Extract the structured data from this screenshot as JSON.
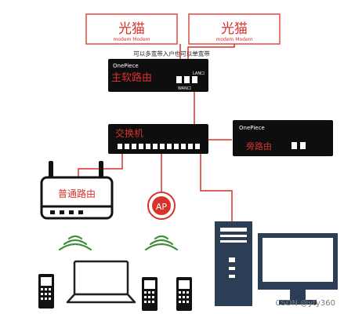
{
  "modems": {
    "left": {
      "title": "光猫",
      "subtitle": "modem Modem"
    },
    "right": {
      "title": "光猫",
      "subtitle": "modem Modem"
    }
  },
  "note": "可以多宽带入户也可以单宽带",
  "main_router": {
    "brand": "OnePiece",
    "title": "主软路由",
    "lan_label": "LAN口",
    "wan_label": "WAN口"
  },
  "switch": {
    "title": "交换机"
  },
  "side_router": {
    "brand": "OnePiece",
    "title": "旁路由"
  },
  "normal_router": {
    "title": "普通路由"
  },
  "ap": {
    "title": "AP"
  },
  "watermark": "CSDN @yty360",
  "colors": {
    "accent": "#d9312b",
    "device_dark": "#111111",
    "wifi_green": "#3f8f3a",
    "pc_blue": "#2c3e55"
  }
}
